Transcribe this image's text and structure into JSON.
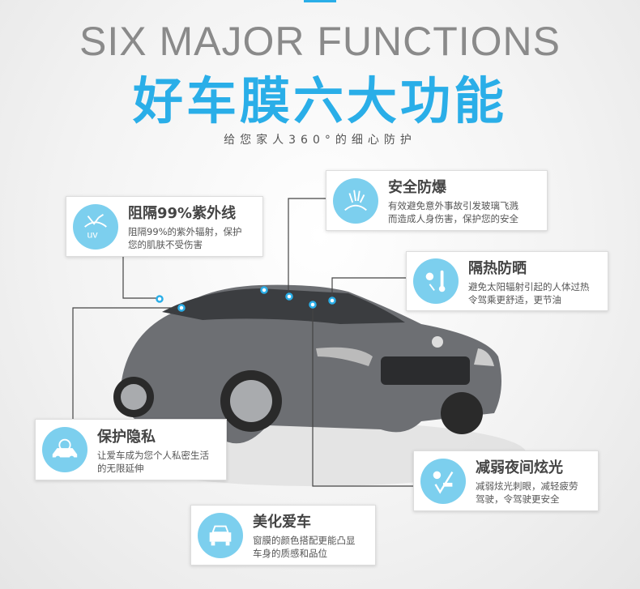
{
  "header": {
    "en_title": "SIX MAJOR FUNCTIONS",
    "cn_title": "好车膜六大功能",
    "subtitle": "给您家人360°的细心防护"
  },
  "accent": "#2aaee8",
  "features": [
    {
      "title": "阻隔99%紫外线",
      "lines": [
        "阻隔99%的紫外辐射，保护",
        "您的肌肤不受伤害"
      ],
      "icon": "uv-icon"
    },
    {
      "title": "安全防爆",
      "lines": [
        "有效避免意外事故引发玻璃飞溅",
        "而造成人身伤害，保护您的安全"
      ],
      "icon": "shatter-icon"
    },
    {
      "title": "隔热防晒",
      "lines": [
        "避免太阳辐射引起的人体过热",
        "令驾乘更舒适，更节油"
      ],
      "icon": "sun-thermometer-icon"
    },
    {
      "title": "保护隐私",
      "lines": [
        "让爱车成为您个人私密生活",
        "的无限延伸"
      ],
      "icon": "privacy-car-icon"
    },
    {
      "title": "减弱夜间炫光",
      "lines": [
        "减弱炫光刺眼，减轻疲劳",
        "驾驶，令驾驶更安全"
      ],
      "icon": "glare-icon"
    },
    {
      "title": "美化爱车",
      "lines": [
        "窗膜的颜色搭配更能凸显",
        "车身的质感和品位"
      ],
      "icon": "car-front-icon"
    }
  ]
}
